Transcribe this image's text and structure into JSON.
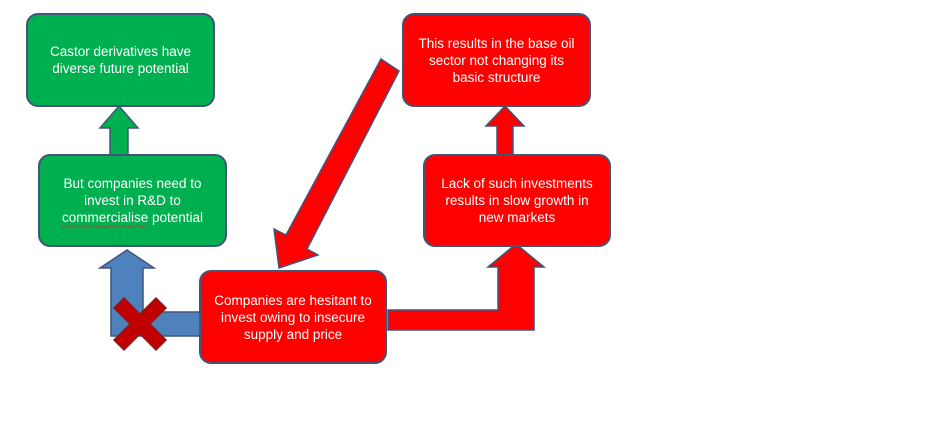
{
  "colors": {
    "green": "#00b050",
    "red": "#ff0000",
    "blue": "#4f81bd",
    "cross": "#c00000",
    "border": "#41557a"
  },
  "boxes": {
    "castor_potential": "Castor derivatives have diverse future potential",
    "invest_rnd_before": "But companies need to invest in R&D to ",
    "invest_rnd_misspelled": "commercialise",
    "invest_rnd_after": " potential",
    "hesitant": "Companies are hesitant to invest owing to insecure supply and price",
    "slow_growth": "Lack of such investments results in slow growth in new markets",
    "base_oil": "This results in the base oil sector not changing its basic structure"
  }
}
